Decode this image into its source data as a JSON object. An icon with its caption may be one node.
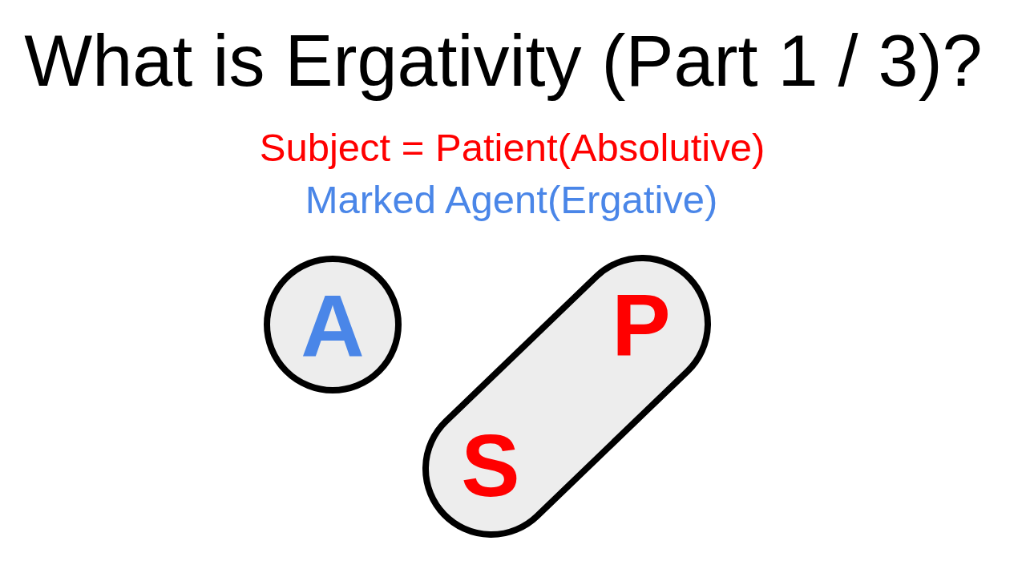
{
  "diagram": {
    "title": "What is Ergativity (Part 1 / 3)?",
    "nodes": [
      {
        "text": [
          "A"
        ]
      },
      {
        "text": [
          "S",
          "P"
        ]
      }
    ],
    "labels": [
      "Subject = Patient(Absolutive)",
      "Marked Agent(Ergative)"
    ]
  }
}
